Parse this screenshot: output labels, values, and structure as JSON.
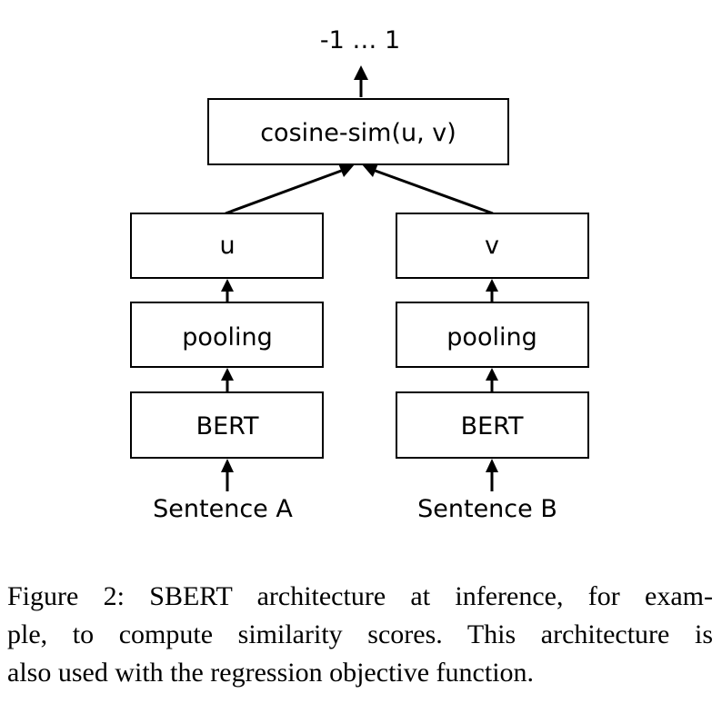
{
  "diagram": {
    "output_range": "-1 … 1",
    "similarity_node": "cosine-sim(u, v)",
    "left_branch": {
      "embedding": "u",
      "pooling": "pooling",
      "encoder": "BERT",
      "input": "Sentence A"
    },
    "right_branch": {
      "embedding": "v",
      "pooling": "pooling",
      "encoder": "BERT",
      "input": "Sentence B"
    }
  },
  "caption": {
    "line1": "Figure 2: SBERT architecture at inference, for exam-",
    "line2": "ple, to compute similarity scores. This architecture is",
    "line3": "also used with the regression objective function."
  }
}
